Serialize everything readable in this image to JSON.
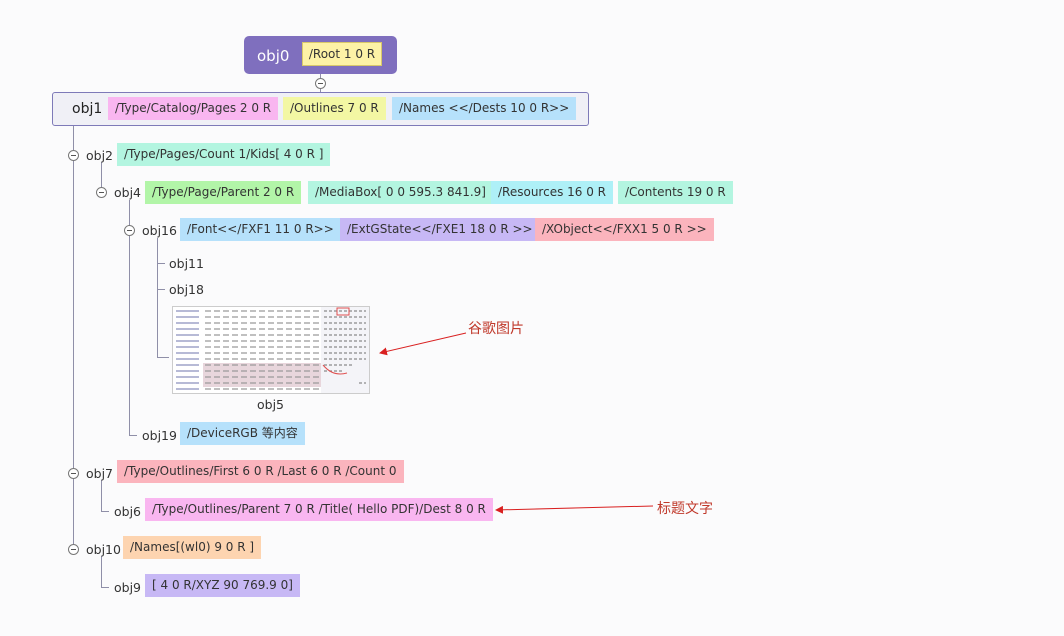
{
  "root": {
    "label": "obj0",
    "tag": "/Root 1 0 R"
  },
  "obj1": {
    "label": "obj1",
    "tags": [
      "/Type/Catalog/Pages 2 0 R",
      "/Outlines 7 0 R",
      "/Names <</Dests 10 0 R>>"
    ]
  },
  "obj2": {
    "label": "obj2",
    "tags": [
      "/Type/Pages/Count 1/Kids[ 4 0 R ]"
    ]
  },
  "obj4": {
    "label": "obj4",
    "tags": [
      "/Type/Page/Parent 2 0 R",
      "/MediaBox[ 0 0 595.3 841.9]",
      "/Resources 16 0 R",
      "/Contents 19 0 R"
    ]
  },
  "obj16": {
    "label": "obj16",
    "tags": [
      "/Font<</FXF1 11 0 R>>",
      "/ExtGState<</FXE1 18 0 R >>",
      "/XObject<</FXX1 5 0 R >>"
    ]
  },
  "obj11": {
    "label": "obj11"
  },
  "obj18": {
    "label": "obj18"
  },
  "obj5": {
    "label": "obj5"
  },
  "obj19": {
    "label": "obj19",
    "tags": [
      "/DeviceRGB 等内容"
    ]
  },
  "obj7": {
    "label": "obj7",
    "tags": [
      "/Type/Outlines/First 6 0 R /Last 6 0 R /Count 0"
    ]
  },
  "obj6": {
    "label": "obj6",
    "tags": [
      "/Type/Outlines/Parent 7 0 R /Title( Hello PDF)/Dest 8 0 R"
    ]
  },
  "obj10": {
    "label": "obj10",
    "tags": [
      "/Names[(wl0) 9 0 R ]"
    ]
  },
  "obj9": {
    "label": "obj9",
    "tags": [
      "[ 4 0 R/XYZ 90 769.9 0]"
    ]
  },
  "annotations": {
    "image_note": "谷歌图片",
    "title_note": "标题文字"
  },
  "colors": {
    "root": "#7f6fbe",
    "arrow": "#d92020"
  }
}
